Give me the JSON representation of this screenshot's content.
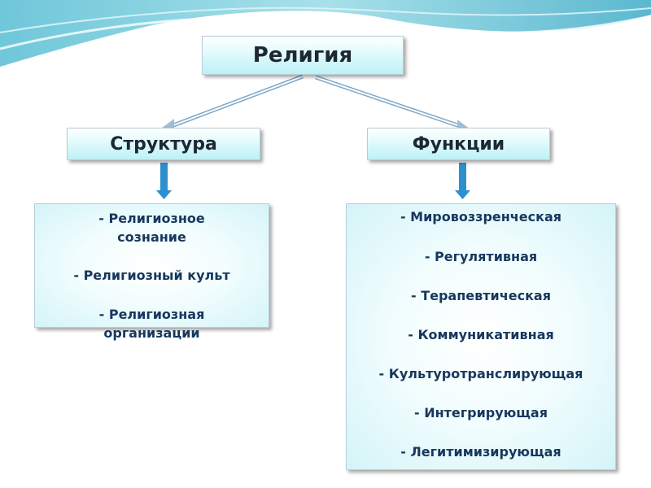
{
  "root": {
    "label": "Религия"
  },
  "structure": {
    "label": "Структура",
    "items": [
      "- Религиозное",
      "сознание",
      "- Религиозный культ",
      "- Религиозная",
      "организации"
    ]
  },
  "functions": {
    "label": "Функции",
    "items": [
      "- Мировоззренческая",
      "- Регулятивная",
      "- Терапевтическая",
      "- Коммуникативная",
      "- Культуротранслирующая",
      "- Интегрирующая",
      "- Легитимизирующая"
    ]
  },
  "colors": {
    "accent": "#2e8fd0",
    "text": "#17375e"
  }
}
